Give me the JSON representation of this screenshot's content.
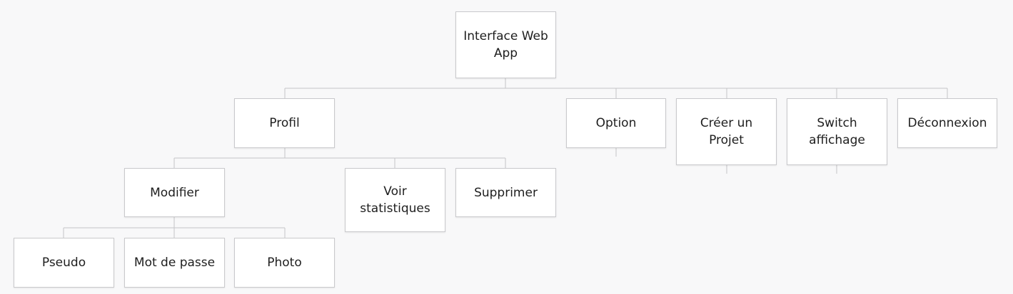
{
  "nodes": {
    "root": "Interface Web App",
    "profil": "Profil",
    "option": "Option",
    "creer_projet": "Créer un Projet",
    "switch_affichage": "Switch affichage",
    "deconnexion": "Déconnexion",
    "modifier": "Modifier",
    "voir_statistiques": "Voir statistiques",
    "supprimer": "Supprimer",
    "pseudo": "Pseudo",
    "mot_de_passe": "Mot de passe",
    "photo": "Photo"
  },
  "colors": {
    "background": "#f8f8f9",
    "box_fill": "#ffffff",
    "box_border": "#c9c9cc",
    "connector": "#c4c4c7",
    "text": "#1e1e1e"
  }
}
